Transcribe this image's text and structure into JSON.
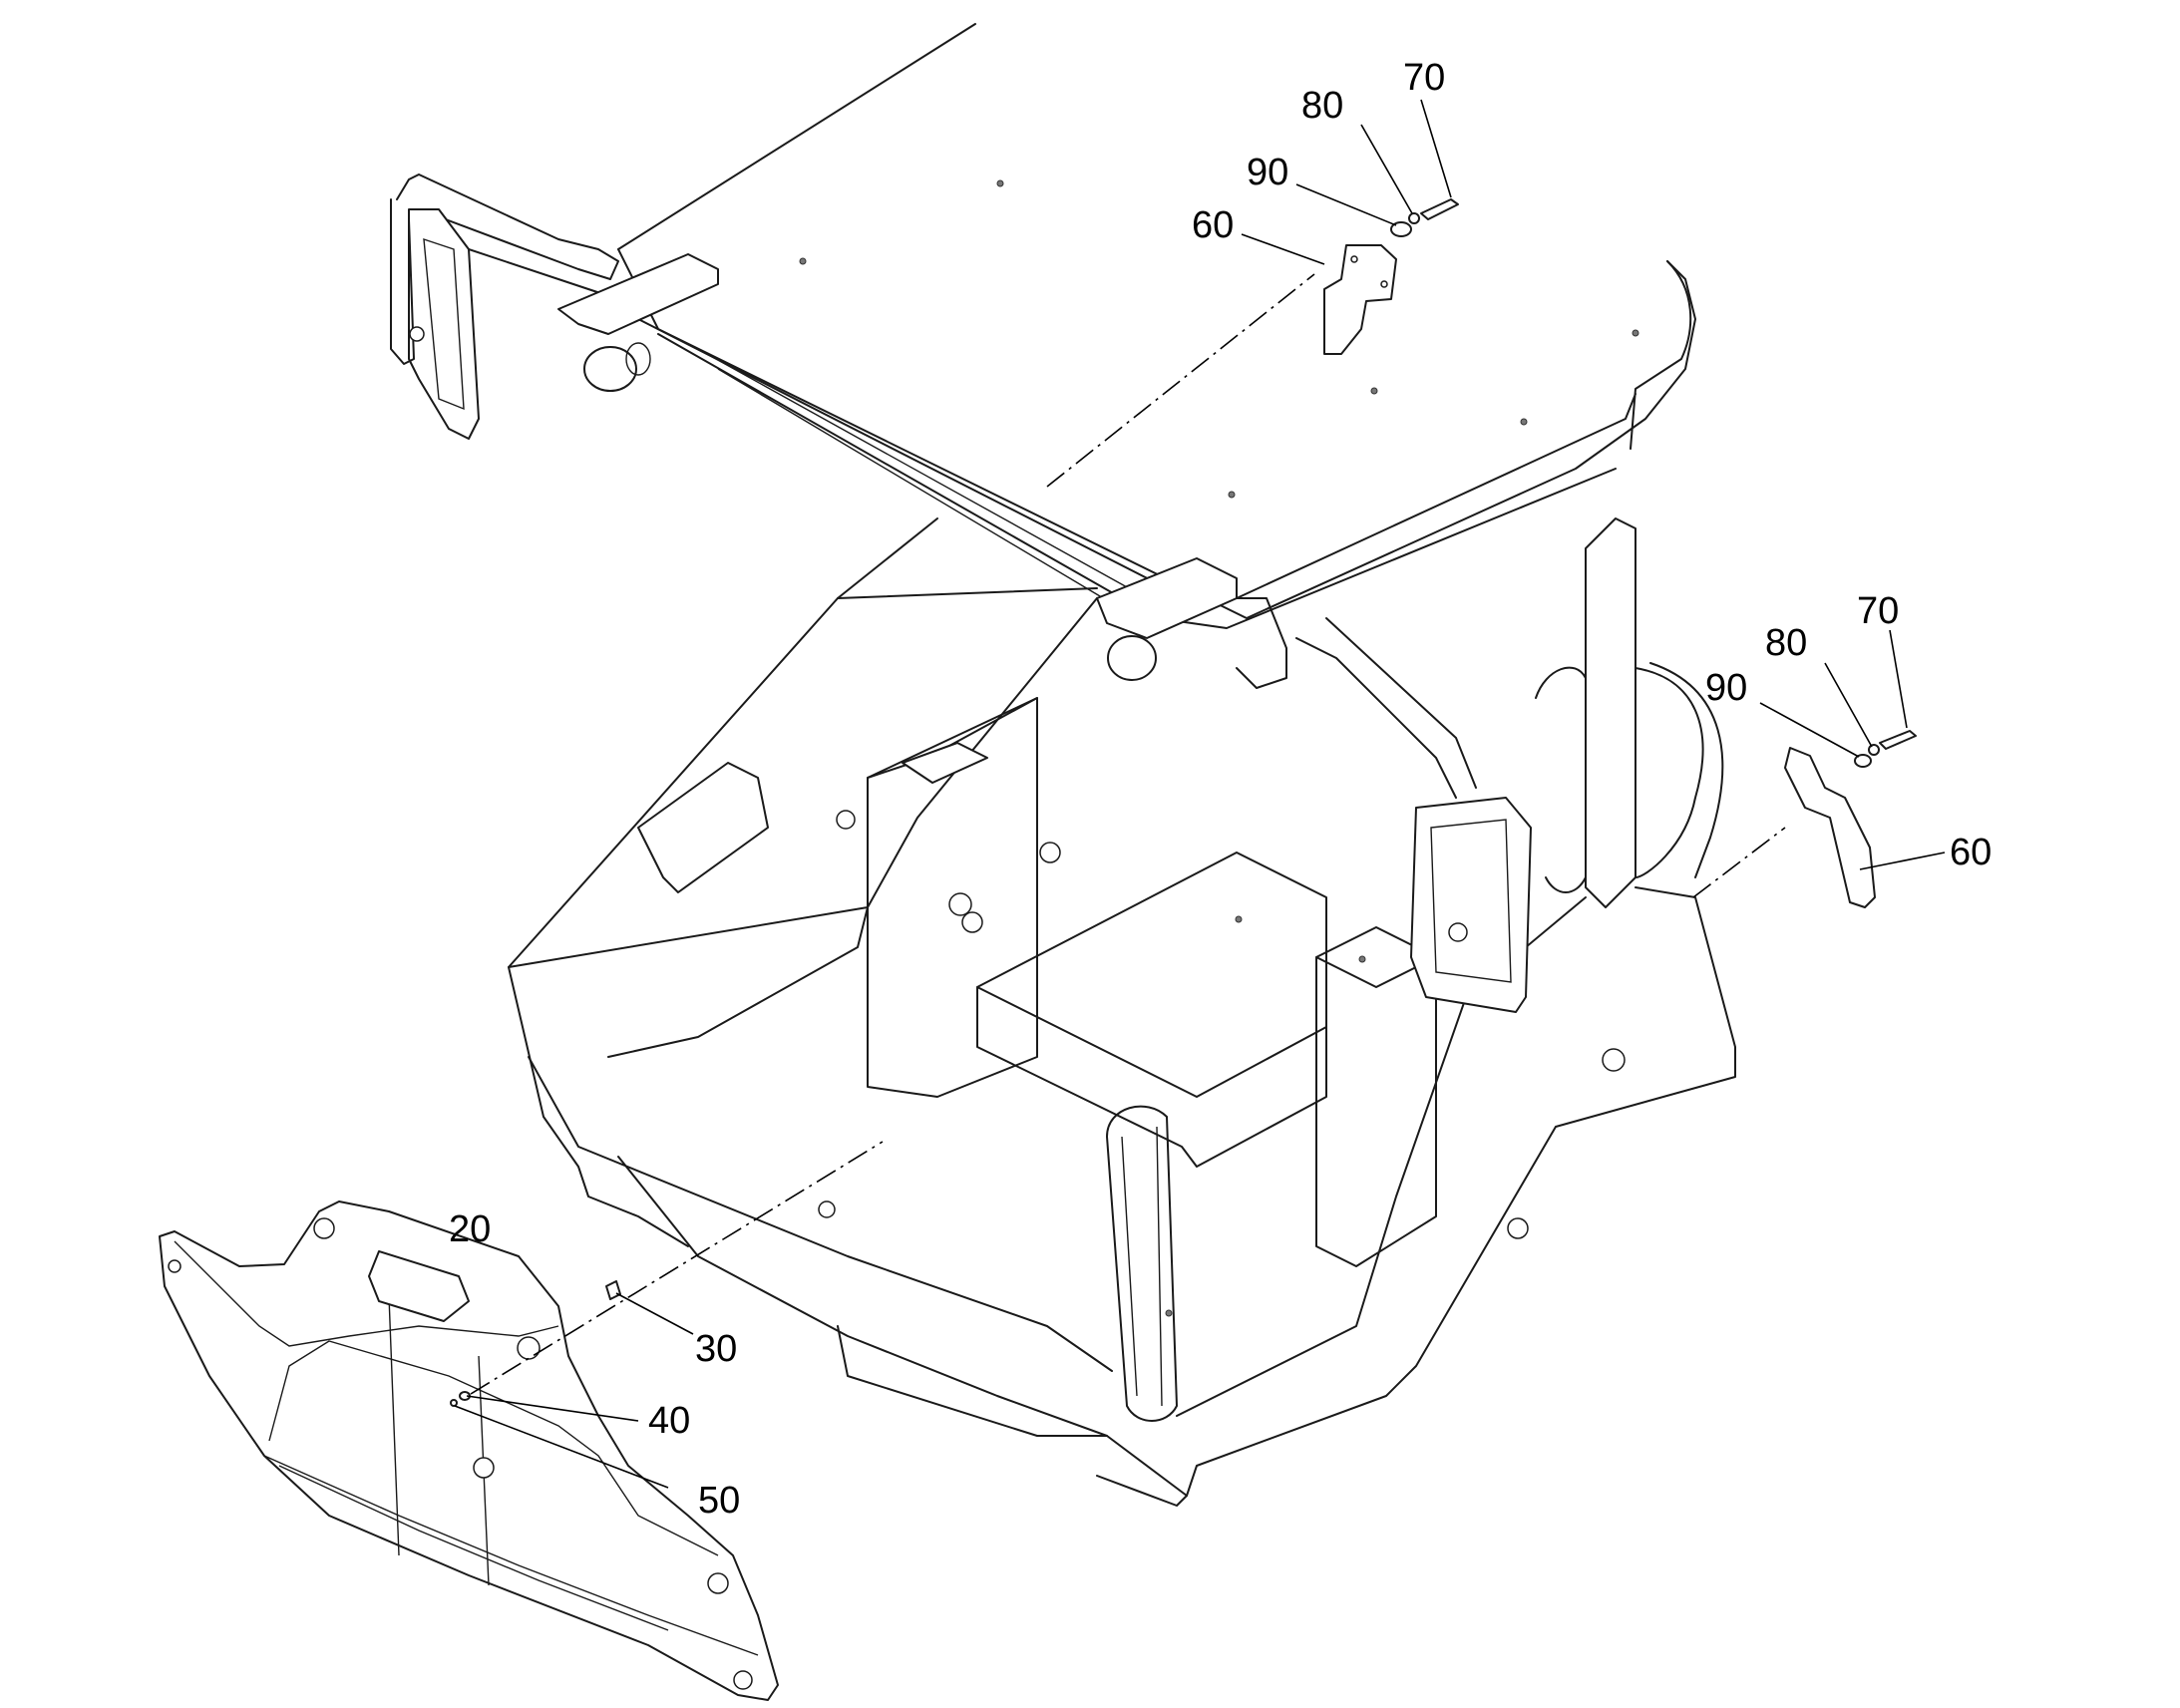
{
  "colors": {
    "line": "#1a1a1a",
    "background": "#ffffff"
  },
  "callouts": {
    "upper_assembly": {
      "c70": "70",
      "c80": "80",
      "c90": "90",
      "c60": "60"
    },
    "right_assembly": {
      "c70": "70",
      "c80": "80",
      "c90": "90",
      "c60": "60"
    },
    "front_panel": {
      "c20": "20",
      "c30": "30",
      "c40": "40",
      "c50": "50"
    }
  }
}
